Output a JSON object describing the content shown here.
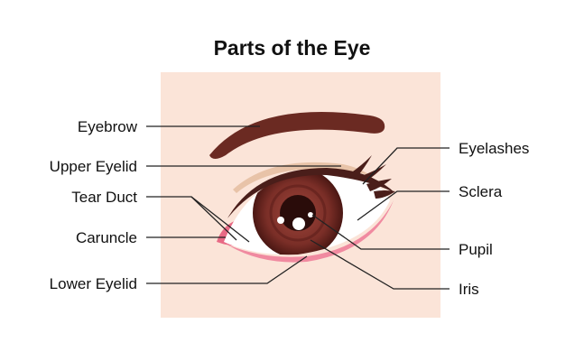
{
  "title": "Parts of the Eye",
  "labels": {
    "eyebrow": "Eyebrow",
    "upper_eyelid": "Upper Eyelid",
    "tear_duct": "Tear Duct",
    "caruncle": "Caruncle",
    "lower_eyelid": "Lower Eyelid",
    "eyelashes": "Eyelashes",
    "sclera": "Sclera",
    "pupil": "Pupil",
    "iris": "Iris"
  },
  "colors": {
    "skin_panel": "#fbe4d8",
    "eyebrow": "#6b2a22",
    "eyelid_crease": "#e8c3a8",
    "eyelashes": "#4a1e1a",
    "caruncle_pink": "#e86a85",
    "iris_outer": "#5e1e1a",
    "iris_inner": "#8a3b33",
    "pupil": "#2a0c0a",
    "leader_line": "#222222"
  }
}
